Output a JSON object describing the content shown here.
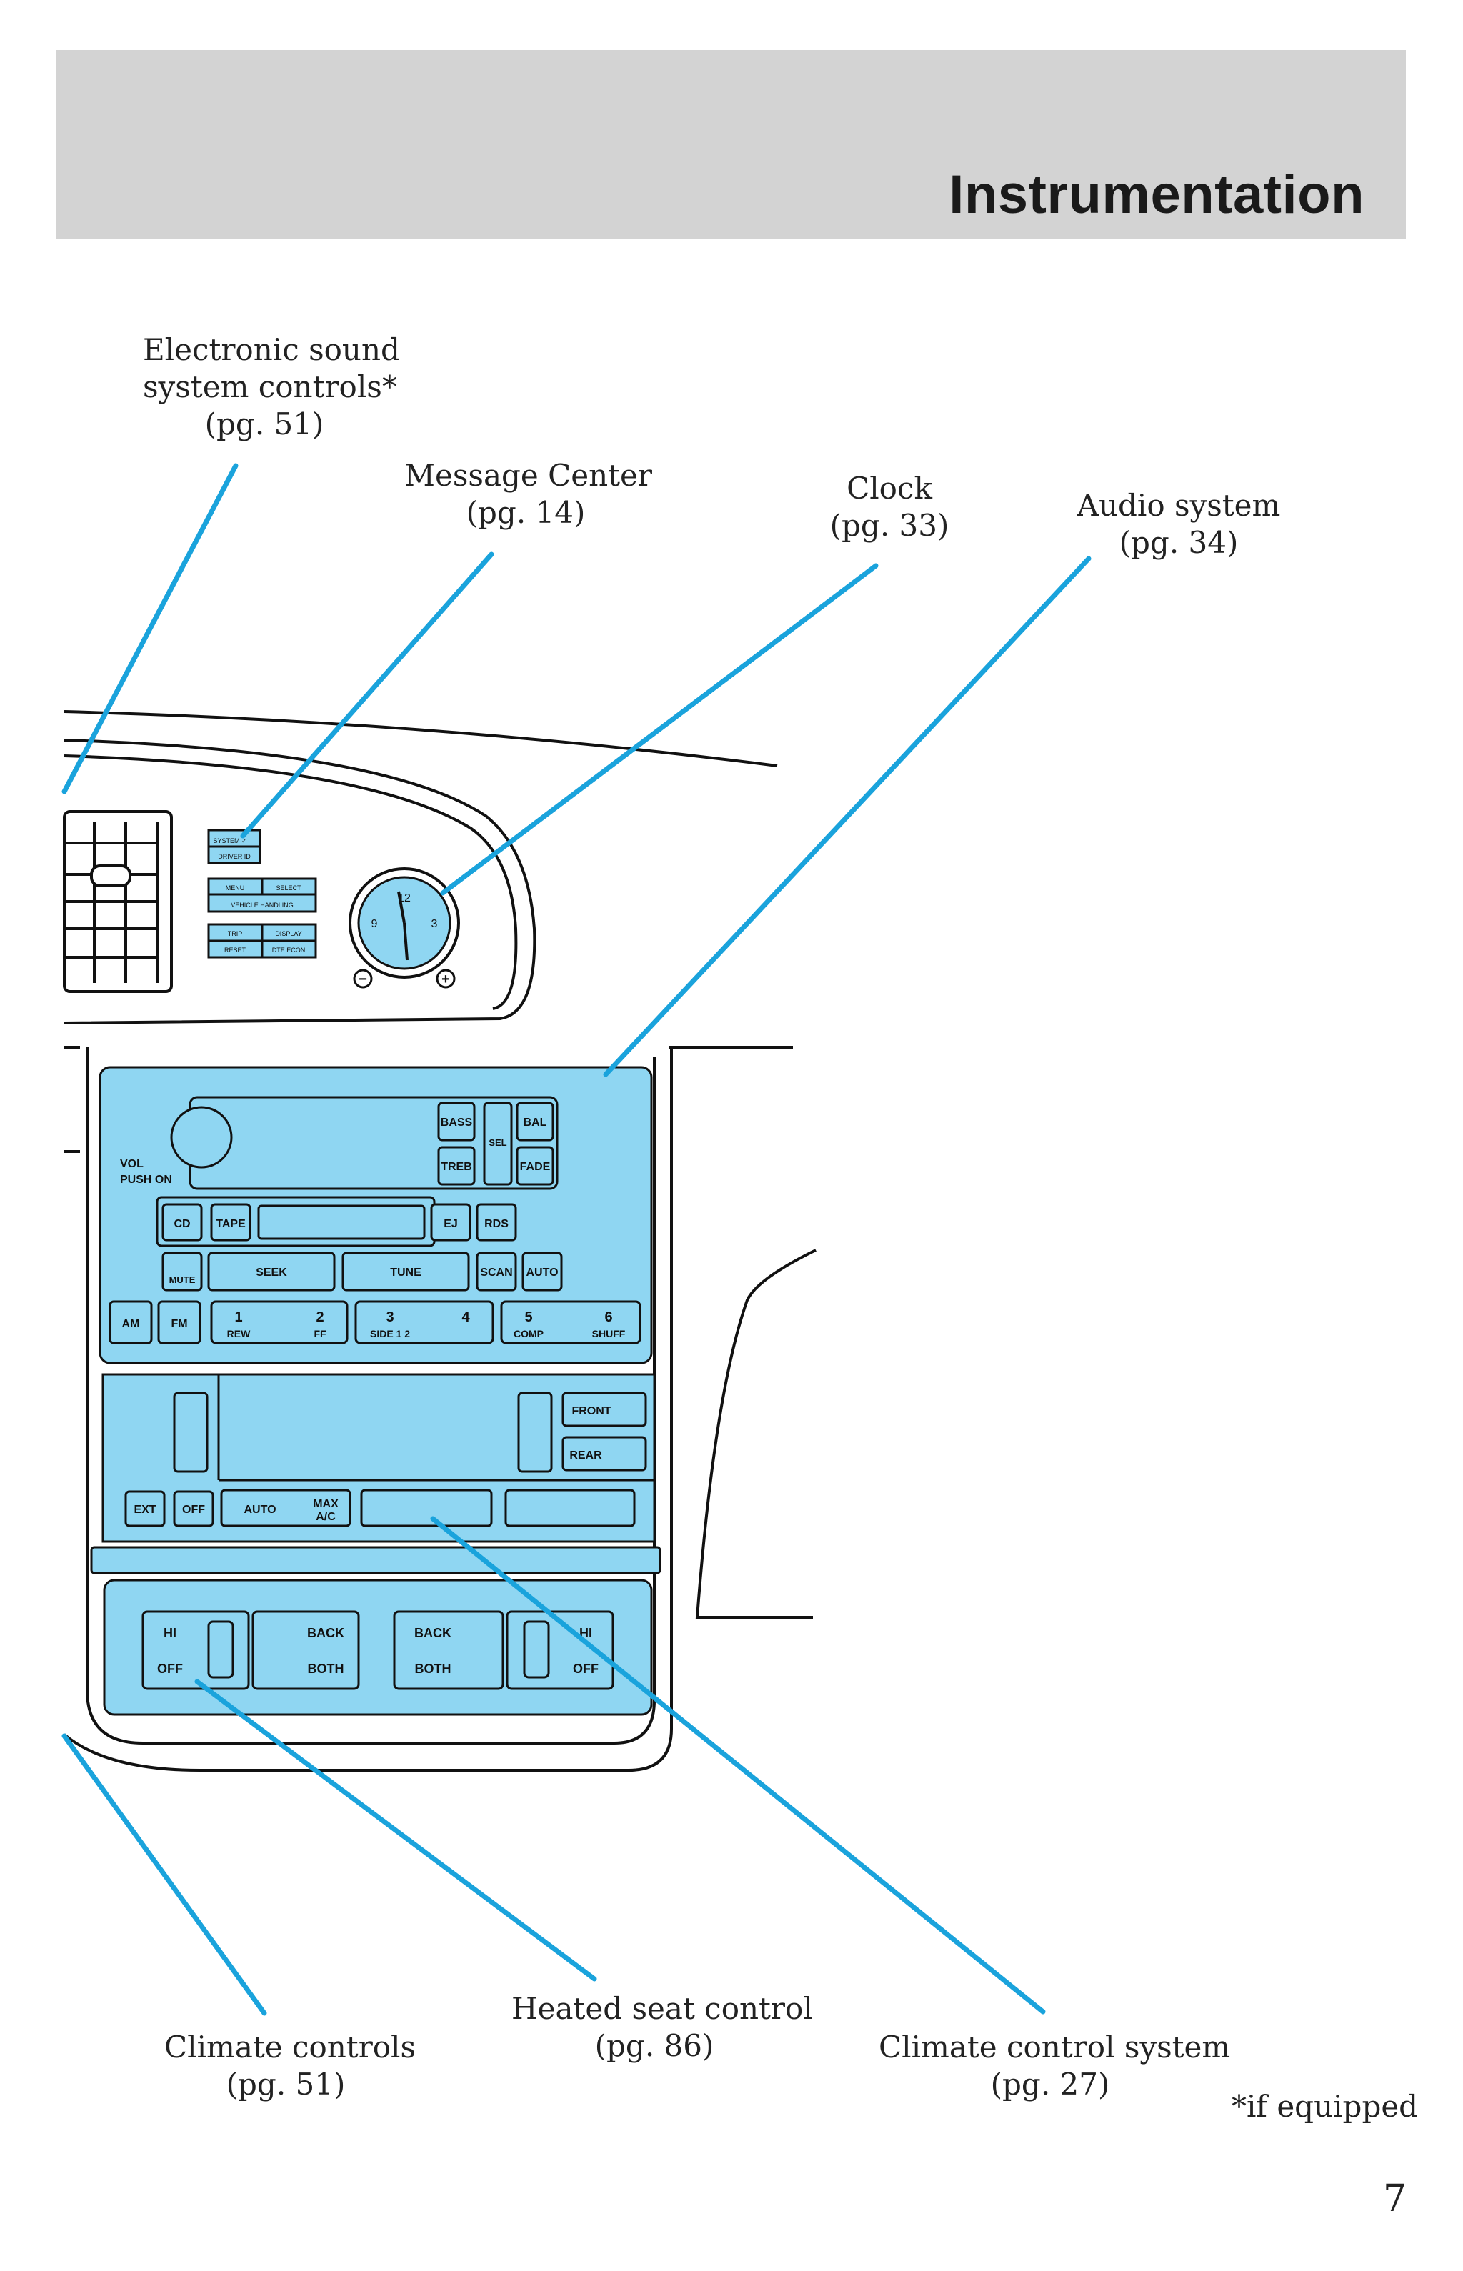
{
  "header": {
    "title": "Instrumentation"
  },
  "callouts": {
    "electronic_sound": [
      "Electronic sound",
      "system controls*",
      "(pg. 51)"
    ],
    "message_center": [
      "Message Center",
      "(pg. 14)"
    ],
    "clock": [
      "Clock",
      "(pg. 33)"
    ],
    "audio_system": [
      "Audio system",
      "(pg. 34)"
    ],
    "climate_controls": [
      "Climate controls",
      "(pg. 51)"
    ],
    "heated_seat": [
      "Heated seat control",
      "(pg. 86)"
    ],
    "climate_system": [
      "Climate control system",
      "(pg. 27)"
    ]
  },
  "footnote": "*if equipped",
  "page_number": "7",
  "message_center_buttons": {
    "system": "SYSTEM ✓",
    "driver_id": "DRIVER ID",
    "menu": "MENU",
    "select": "SELECT",
    "vehicle_handling": "VEHICLE HANDLING",
    "trip": "TRIP",
    "display": "DISPLAY",
    "reset": "RESET",
    "dte_econ": "DTE ECON"
  },
  "clock_face": {
    "n12": "12",
    "n3": "3",
    "n9": "9",
    "minus": "−",
    "plus": "+"
  },
  "audio": {
    "vol": "VOL",
    "push_on": "PUSH ON",
    "bass": "BASS",
    "treb": "TREB",
    "sel": "SEL",
    "bal": "BAL",
    "fade": "FADE",
    "cd": "CD",
    "tape": "TAPE",
    "ej": "EJ",
    "rds": "RDS",
    "mute": "MUTE",
    "seek": "SEEK",
    "tune": "TUNE",
    "scan": "SCAN",
    "auto": "AUTO",
    "am": "AM",
    "fm": "FM",
    "p1": "1",
    "p1s": "REW",
    "p2": "2",
    "p2s": "FF",
    "p3": "3",
    "p3s": "SIDE 1 2",
    "p4": "4",
    "p5": "5",
    "p5s": "COMP",
    "p6": "6",
    "p6s": "SHUFF"
  },
  "climate": {
    "front": "FRONT",
    "rear": "REAR",
    "ext": "EXT",
    "off": "OFF",
    "auto": "AUTO",
    "max": "MAX",
    "ac": "A/C"
  },
  "seats": {
    "hi_left": "HI",
    "off_left": "OFF",
    "back_left": "BACK",
    "both_left": "BOTH",
    "back_right": "BACK",
    "both_right": "BOTH",
    "hi_right": "HI",
    "off_right": "OFF"
  },
  "colors": {
    "panel": "#8fd6f2",
    "leader": "#1aa3dc",
    "header": "#d3d3d3"
  }
}
